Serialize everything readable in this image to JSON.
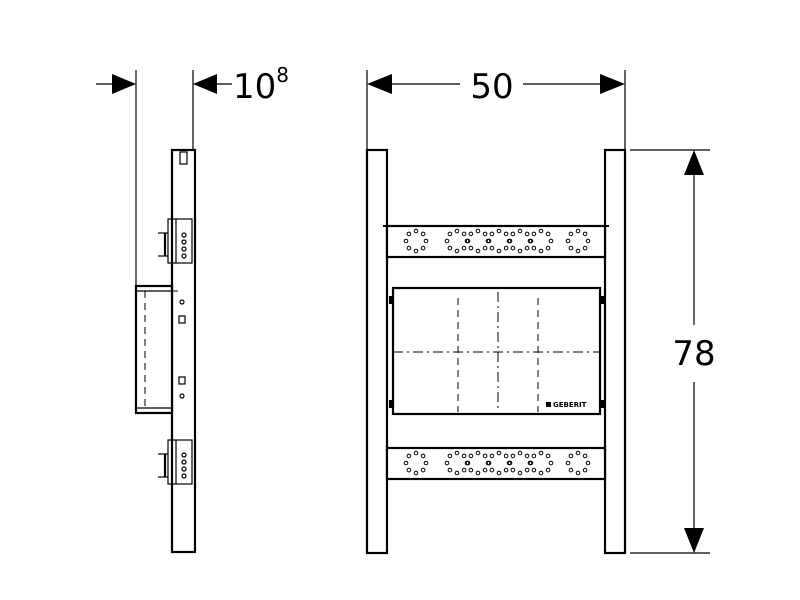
{
  "dimensions": {
    "depth_main": "10",
    "depth_sup": "8",
    "width": "50",
    "height": "78"
  },
  "logo_text": "GEBERIT"
}
